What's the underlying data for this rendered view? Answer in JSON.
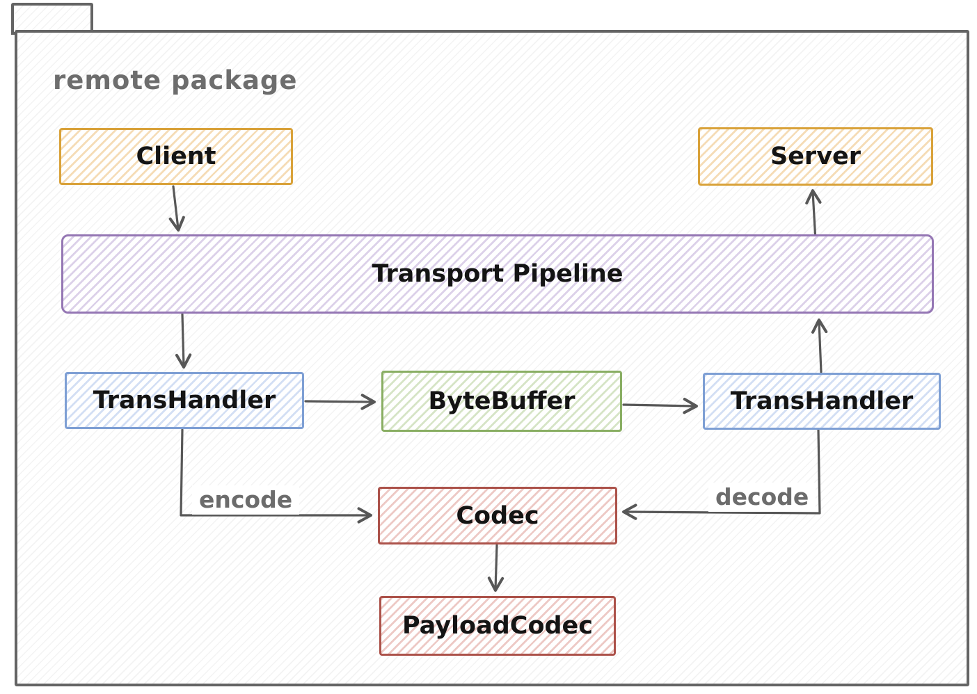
{
  "diagram": {
    "package_label": "remote package",
    "nodes": {
      "client": {
        "label": "Client",
        "color": "#d9a23a"
      },
      "server": {
        "label": "Server",
        "color": "#d9a23a"
      },
      "transport_pipeline": {
        "label": "Transport Pipeline",
        "color": "#9577b4"
      },
      "transhandler_left": {
        "label": "TransHandler",
        "color": "#7e9fd4"
      },
      "bytebuffer": {
        "label": "ByteBuffer",
        "color": "#89ae63"
      },
      "transhandler_right": {
        "label": "TransHandler",
        "color": "#7e9fd4"
      },
      "codec": {
        "label": "Codec",
        "color": "#ac524a"
      },
      "payload_codec": {
        "label": "PayloadCodec",
        "color": "#ac524a"
      }
    },
    "edges": [
      {
        "from": "client",
        "to": "transport_pipeline",
        "label": ""
      },
      {
        "from": "transport_pipeline",
        "to": "server",
        "label": ""
      },
      {
        "from": "transport_pipeline",
        "to": "transhandler_left",
        "label": ""
      },
      {
        "from": "transhandler_left",
        "to": "bytebuffer",
        "label": ""
      },
      {
        "from": "bytebuffer",
        "to": "transhandler_right",
        "label": ""
      },
      {
        "from": "transhandler_right",
        "to": "transport_pipeline",
        "label": ""
      },
      {
        "from": "transhandler_left",
        "to": "codec",
        "label": "encode"
      },
      {
        "from": "transhandler_right",
        "to": "codec",
        "label": "decode"
      },
      {
        "from": "codec",
        "to": "payload_codec",
        "label": ""
      }
    ],
    "arrow_color": "#575757",
    "package_border_color": "#646464"
  }
}
